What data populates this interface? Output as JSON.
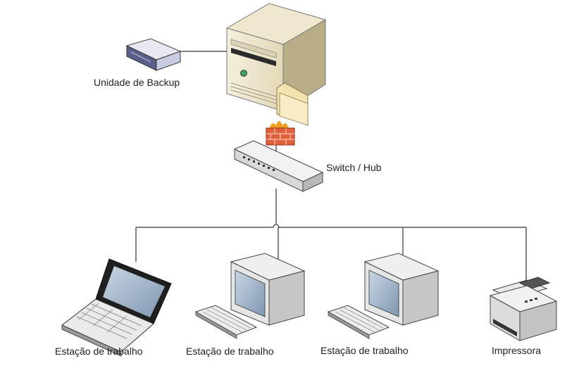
{
  "nodes": {
    "backup": {
      "label": "Unidade de Backup",
      "icon": "backup-drive-icon"
    },
    "server": {
      "icon": "server-icon"
    },
    "firewall": {
      "icon": "firewall-icon"
    },
    "switch": {
      "label": "Switch /  Hub",
      "icon": "switch-icon"
    },
    "workstation1": {
      "label": "Estação de trabalho",
      "icon": "laptop-icon"
    },
    "workstation2": {
      "label": "Estação de trabalho",
      "icon": "desktop-computer-icon"
    },
    "workstation3": {
      "label": "Estação de trabalho",
      "icon": "desktop-computer-icon"
    },
    "printer": {
      "label": "Impressora",
      "icon": "printer-icon"
    }
  },
  "colors": {
    "line": "#333333",
    "beige_light": "#f1ead2",
    "beige_dark": "#cfc4a2",
    "monitor_frame": "#e6e6e6",
    "screen": "#9fb3c8",
    "firewall_brick": "#e0603a"
  }
}
